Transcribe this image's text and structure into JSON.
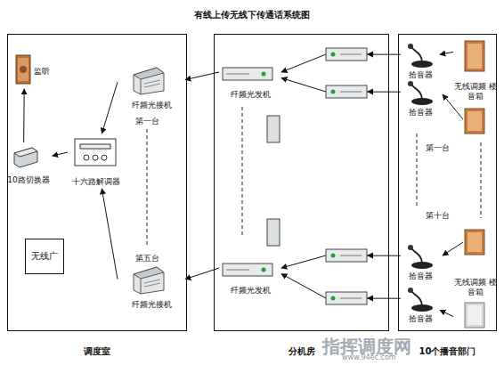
{
  "diagram": {
    "title": "有线上传无线下传通话系统图",
    "nodes": [
      {
        "text": [
          "调度室"
        ]
      },
      {
        "text": [
          "监听"
        ],
        "in": 0
      },
      {
        "text": [
          "纤频光接机"
        ],
        "in": 0
      },
      {
        "text": [
          "10路切换器"
        ],
        "in": 0
      },
      {
        "text": [
          "十六路解调器"
        ],
        "in": 0
      },
      {
        "text": [
          "无线广"
        ],
        "in": 0
      },
      {
        "text": [
          "纤频光接机"
        ],
        "in": 0
      },
      {
        "text": [
          "分机房"
        ]
      },
      {
        "text": [
          "纤频光发机"
        ],
        "in": 7
      },
      {
        "text": [
          "纤频光发机"
        ],
        "in": 7
      },
      {
        "text": [
          "10个播音部门"
        ]
      },
      {
        "text": [
          "拾音器"
        ],
        "in": 10
      },
      {
        "text": [
          "无线调频 楼音箱"
        ],
        "in": 10
      },
      {
        "text": [
          "拾音器"
        ],
        "in": 10
      },
      {
        "text": [
          "拾音器"
        ],
        "in": 10
      },
      {
        "text": [
          "无线调频 楼音箱"
        ],
        "in": 10
      },
      {
        "text": [
          "拾音器"
        ],
        "in": 10
      }
    ],
    "edges": [
      {
        "from": 8,
        "to": 2,
        "arrow": "to"
      },
      {
        "from": 9,
        "to": 6,
        "arrow": "to"
      },
      {
        "from": 2,
        "to": 4,
        "arrow": "to"
      },
      {
        "from": 6,
        "to": 4,
        "arrow": "to"
      },
      {
        "from": 4,
        "to": 3,
        "arrow": "to"
      },
      {
        "from": 3,
        "to": 1,
        "arrow": "to"
      },
      {
        "from": 12,
        "to": 11,
        "arrow": "to"
      },
      {
        "from": 15,
        "to": 16,
        "arrow": "to"
      },
      {
        "from": 11,
        "to": 8,
        "arrow": "to"
      },
      {
        "from": 13,
        "to": 8,
        "arrow": "to"
      },
      {
        "from": 14,
        "to": 9,
        "arrow": "to"
      },
      {
        "from": 16,
        "to": 9,
        "arrow": "to"
      }
    ],
    "labels": [
      "第一台",
      "第五台",
      "第一台",
      "第十台",
      "指挥调度网",
      "www.94ec.com"
    ]
  }
}
